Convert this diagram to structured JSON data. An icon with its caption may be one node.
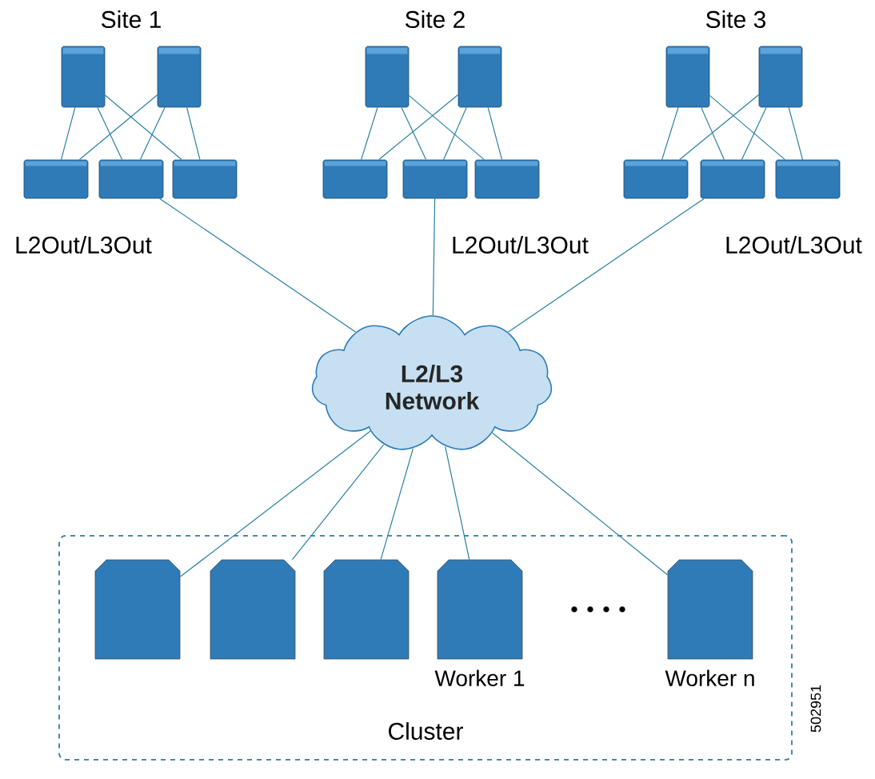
{
  "diagram": {
    "nodes": [
      {
        "text": [],
        "shape": "box"
      },
      {
        "text": [],
        "shape": "box"
      },
      {
        "text": [],
        "shape": "box"
      },
      {
        "text": [],
        "shape": "box"
      },
      {
        "text": [],
        "shape": "box"
      },
      {
        "text": [],
        "shape": "box"
      },
      {
        "text": [],
        "shape": "box"
      },
      {
        "text": [],
        "shape": "box"
      },
      {
        "text": [],
        "shape": "box"
      },
      {
        "text": [],
        "shape": "box"
      },
      {
        "text": [],
        "shape": "box"
      },
      {
        "text": [],
        "shape": "box"
      },
      {
        "text": [],
        "shape": "box"
      },
      {
        "text": [],
        "shape": "box"
      },
      {
        "text": [],
        "shape": "box"
      },
      {
        "text": [
          "L2/L3 Network"
        ]
      },
      {
        "text": [
          "Cluster"
        ]
      },
      {
        "text": [],
        "shape": "box",
        "in": 16
      },
      {
        "text": [],
        "shape": "box",
        "in": 16
      },
      {
        "text": [],
        "shape": "box",
        "in": 16
      },
      {
        "text": [
          "Worker 1"
        ],
        "in": 16
      },
      {
        "text": [
          "Worker n"
        ],
        "in": 16
      }
    ],
    "edges": [
      {
        "from": 0,
        "to": 2,
        "arrow": "none"
      },
      {
        "from": 0,
        "to": 3,
        "arrow": "none"
      },
      {
        "from": 0,
        "to": 4,
        "arrow": "none"
      },
      {
        "from": 1,
        "to": 2,
        "arrow": "none"
      },
      {
        "from": 1,
        "to": 3,
        "arrow": "none"
      },
      {
        "from": 1,
        "to": 4,
        "arrow": "none"
      },
      {
        "from": 5,
        "to": 7,
        "arrow": "none"
      },
      {
        "from": 5,
        "to": 8,
        "arrow": "none"
      },
      {
        "from": 5,
        "to": 9,
        "arrow": "none"
      },
      {
        "from": 6,
        "to": 7,
        "arrow": "none"
      },
      {
        "from": 6,
        "to": 8,
        "arrow": "none"
      },
      {
        "from": 6,
        "to": 9,
        "arrow": "none"
      },
      {
        "from": 10,
        "to": 12,
        "arrow": "none"
      },
      {
        "from": 10,
        "to": 13,
        "arrow": "none"
      },
      {
        "from": 10,
        "to": 14,
        "arrow": "none"
      },
      {
        "from": 11,
        "to": 12,
        "arrow": "none"
      },
      {
        "from": 11,
        "to": 13,
        "arrow": "none"
      },
      {
        "from": 11,
        "to": 14,
        "arrow": "none"
      },
      {
        "from": 3,
        "to": 15,
        "arrow": "none"
      },
      {
        "from": 8,
        "to": 15,
        "arrow": "none"
      },
      {
        "from": 13,
        "to": 15,
        "arrow": "none"
      },
      {
        "from": 15,
        "to": 17,
        "arrow": "none"
      },
      {
        "from": 15,
        "to": 18,
        "arrow": "none"
      },
      {
        "from": 15,
        "to": 19,
        "arrow": "none"
      },
      {
        "from": 15,
        "to": 20,
        "arrow": "none"
      },
      {
        "from": 15,
        "to": 21,
        "arrow": "none"
      }
    ],
    "labels": [
      "Site 1",
      "Site 2",
      "Site 3",
      "L2Out/L3Out",
      "L2Out/L3Out",
      "L2Out/L3Out",
      "502951"
    ]
  }
}
